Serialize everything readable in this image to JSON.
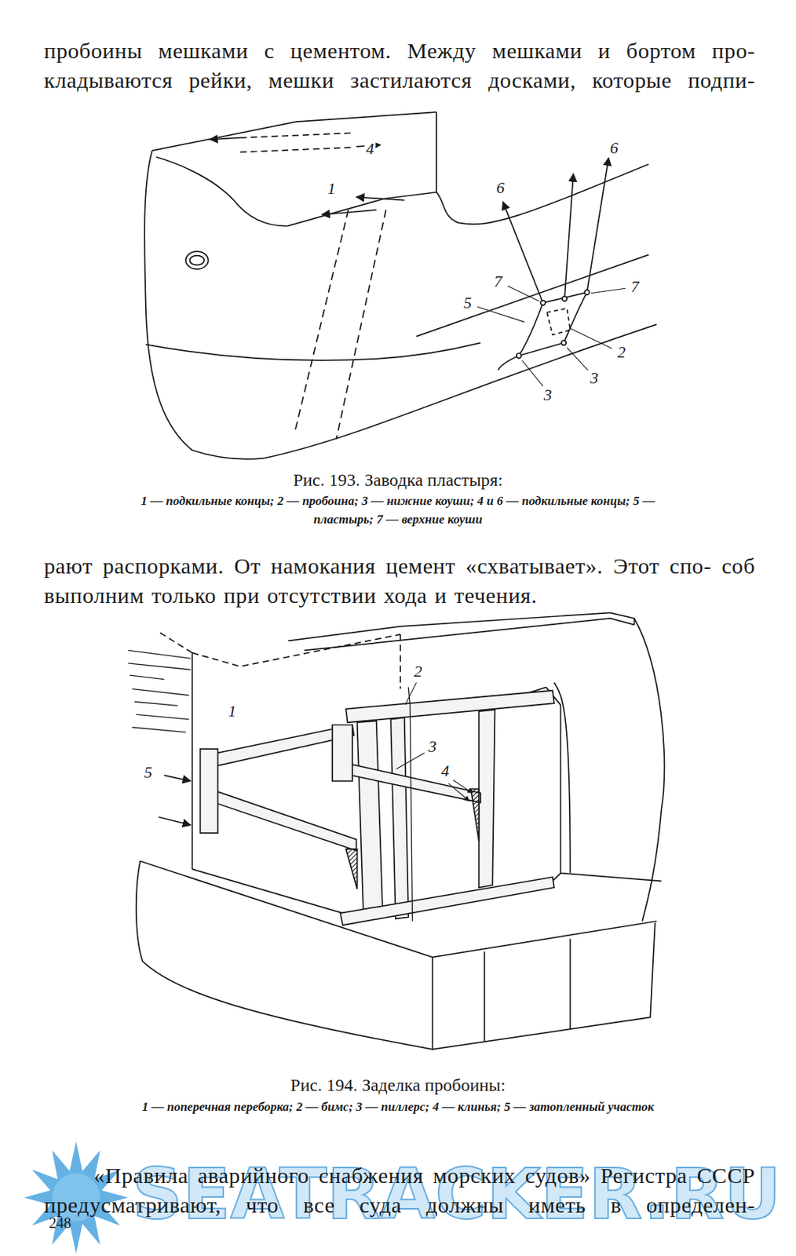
{
  "diagram": {
    "labels": [
      "пробоины мешками с цементом. Между мешками и бортом про- кладываются рейки, мешки застилаются досками, которые подпи-",
      "4",
      "1",
      "6",
      "6",
      "7",
      "7",
      "5",
      "2",
      "3",
      "3",
      "Рис. 193. Заводка пластыря:",
      "1 — подкильные концы; 2 — пробоина; 3 — нижние коуши; 4 и 6 — подкильные концы; 5 — пластырь; 7 — верхние коуши",
      "рают распорками. От намокания цемент «схватывает». Этот спо- соб выполним только при отсутствии хода и течения.",
      "1",
      "2",
      "3",
      "4",
      "5",
      "Рис. 194. Заделка пробоины:",
      "1 — поперечная переборка; 2 — бимс; 3 — пиллерс; 4 — клинья; 5 — затопленный участок",
      "«Правила аварийного снабжения морских судов» Регистра СССР предусматривают, что все суда должны иметь в определен-",
      "248",
      "SEATRACKER.RU"
    ]
  }
}
